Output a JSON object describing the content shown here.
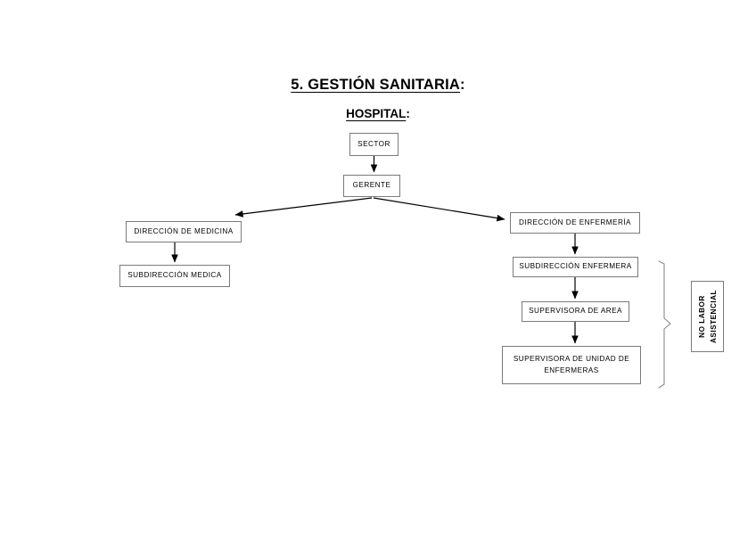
{
  "page": {
    "background": "#ffffff",
    "line_color": "#000000",
    "box_border_color": "#7b7b7b"
  },
  "headings": {
    "main_title": "5. GESTIÓN SANITARIA:",
    "main_title_text": "5. GESTIÓN SANITARIA",
    "main_title_colon": ":",
    "subtitle_text": "HOSPITAL",
    "subtitle_colon": ":"
  },
  "diagram": {
    "type": "org-chart",
    "nodes": [
      {
        "id": "sector",
        "label": "SECTOR"
      },
      {
        "id": "gerente",
        "label": "GERENTE"
      },
      {
        "id": "dir_med",
        "label": "DIRECCIÓN DE MEDICINA"
      },
      {
        "id": "subdir_med",
        "label": "SUBDIRECCIÓN MEDICA"
      },
      {
        "id": "dir_enf",
        "label": "DIRECCIÓN DE ENFERMERÍA"
      },
      {
        "id": "subdir_enf",
        "label": "SUBDIRECCIÓN ENFERMERA"
      },
      {
        "id": "superv_area",
        "label": "SUPERVISORA DE AREA"
      },
      {
        "id": "superv_unid_l1",
        "label": "SUPERVISORA DE UNIDAD DE"
      },
      {
        "id": "superv_unid_l2",
        "label": "ENFERMERAS"
      }
    ],
    "edges": [
      {
        "from": "sector",
        "to": "gerente",
        "style": "arrow-down"
      },
      {
        "from": "gerente",
        "to": "dir_med",
        "style": "arrow-diagonal-left"
      },
      {
        "from": "gerente",
        "to": "dir_enf",
        "style": "arrow-diagonal-right"
      },
      {
        "from": "dir_med",
        "to": "subdir_med",
        "style": "arrow-down"
      },
      {
        "from": "dir_enf",
        "to": "subdir_enf",
        "style": "arrow-down"
      },
      {
        "from": "subdir_enf",
        "to": "superv_area",
        "style": "arrow-down"
      },
      {
        "from": "superv_area",
        "to": "superv_unid_l1",
        "style": "arrow-down"
      }
    ],
    "annotation": {
      "brace": "right-curly-brace",
      "label_line1": "NO LABOR",
      "label_line2": "ASISTENCIAL",
      "covers": [
        "subdir_enf",
        "superv_area",
        "superv_unid_l1"
      ]
    }
  }
}
